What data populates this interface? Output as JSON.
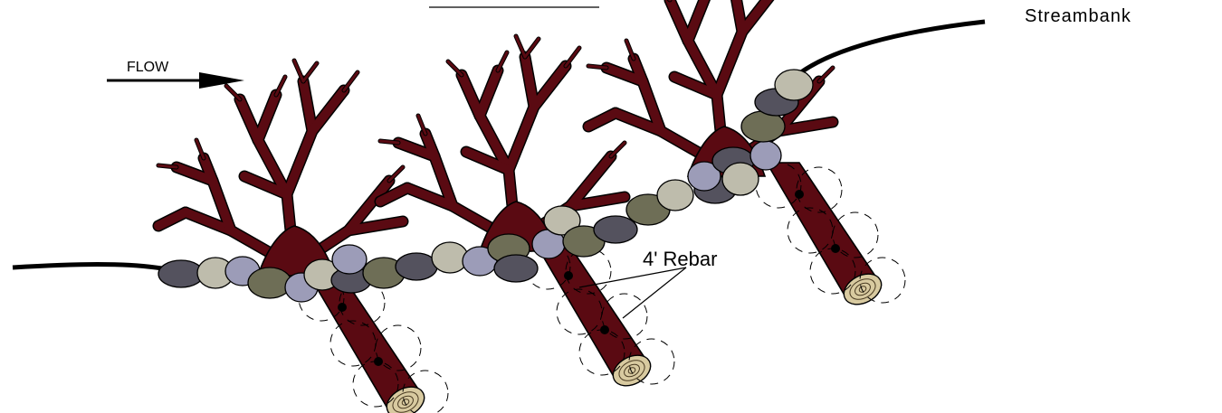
{
  "labels": {
    "streambank": "Streambank",
    "flow": "FLOW",
    "rebar": "4' Rebar"
  },
  "colors": {
    "wood": "#5a0a12",
    "log_end": "#d8caa0",
    "rock_pale": "#bebcac",
    "rock_lavender": "#9c9cb8",
    "rock_olive": "#6e6e56",
    "rock_slate": "#54525e",
    "bank_line": "#000000"
  },
  "icons": [
    "flow-arrow-icon",
    "tree-icon",
    "rock-icon",
    "log-icon",
    "rebar-pin-icon"
  ]
}
